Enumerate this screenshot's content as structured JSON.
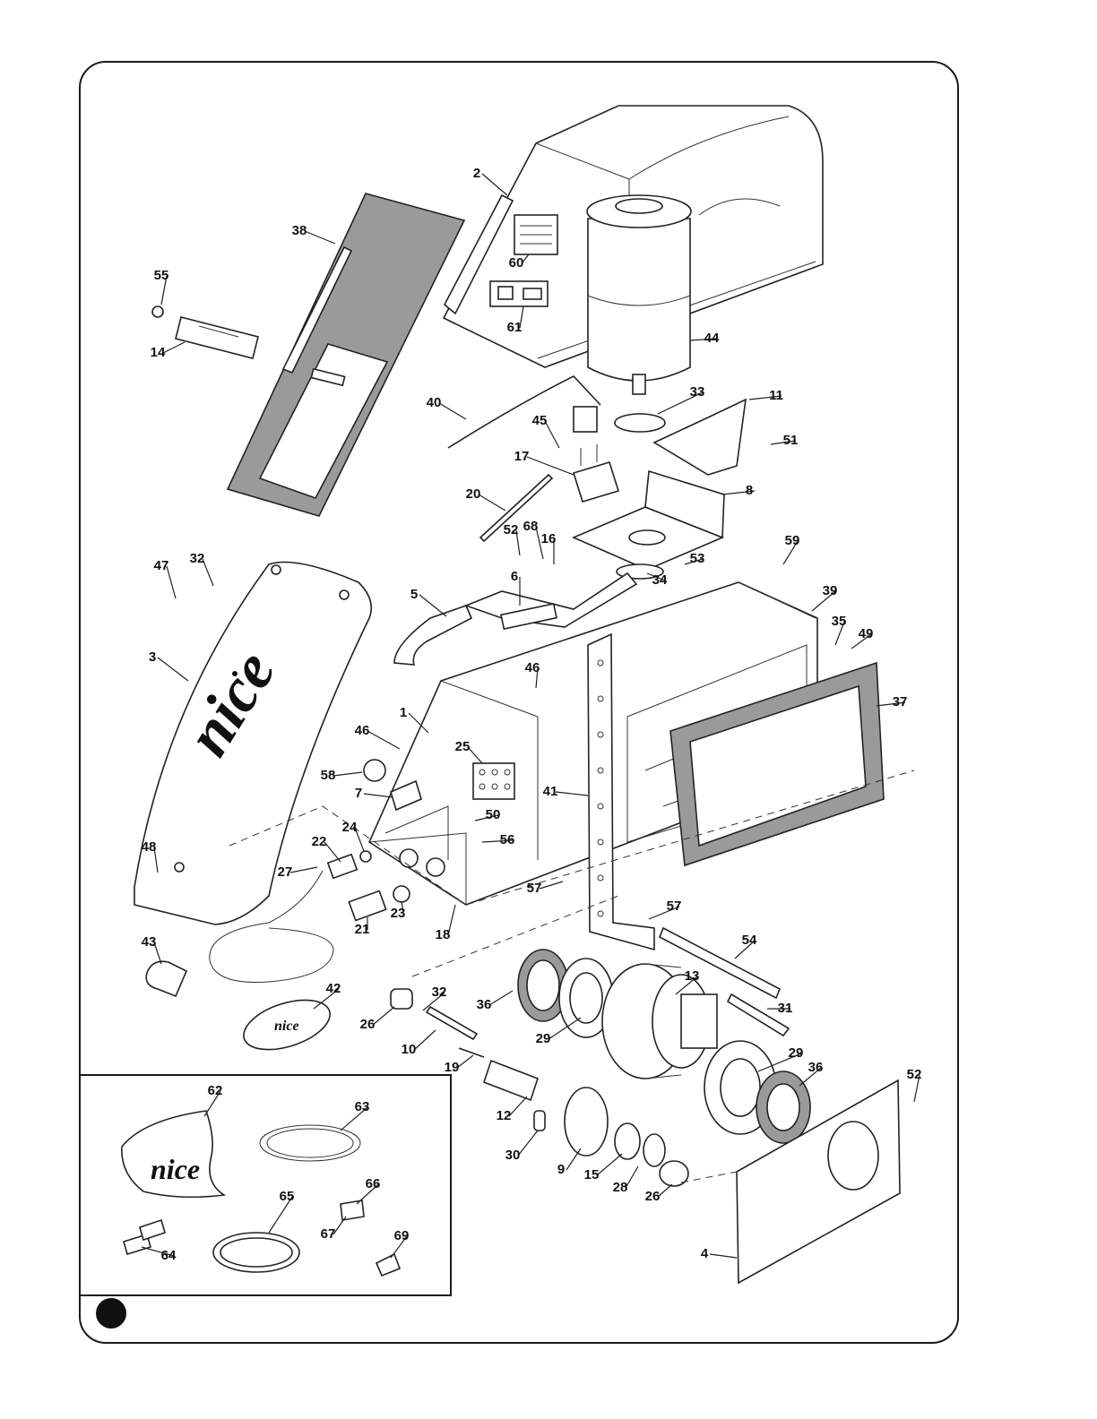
{
  "brand": "nice",
  "labels": [
    "1",
    "2",
    "3",
    "4",
    "5",
    "6",
    "7",
    "8",
    "9",
    "10",
    "11",
    "12",
    "13",
    "14",
    "15",
    "16",
    "17",
    "18",
    "19",
    "20",
    "21",
    "22",
    "23",
    "24",
    "25",
    "26",
    "26",
    "27",
    "28",
    "29",
    "29",
    "30",
    "31",
    "32",
    "32",
    "33",
    "34",
    "35",
    "36",
    "36",
    "37",
    "38",
    "39",
    "40",
    "41",
    "42",
    "43",
    "44",
    "45",
    "46",
    "46",
    "47",
    "48",
    "49",
    "50",
    "51",
    "52",
    "52",
    "53",
    "54",
    "55",
    "56",
    "57",
    "57",
    "58",
    "59",
    "60",
    "61",
    "62",
    "63",
    "64",
    "65",
    "66",
    "67",
    "68",
    "69"
  ]
}
